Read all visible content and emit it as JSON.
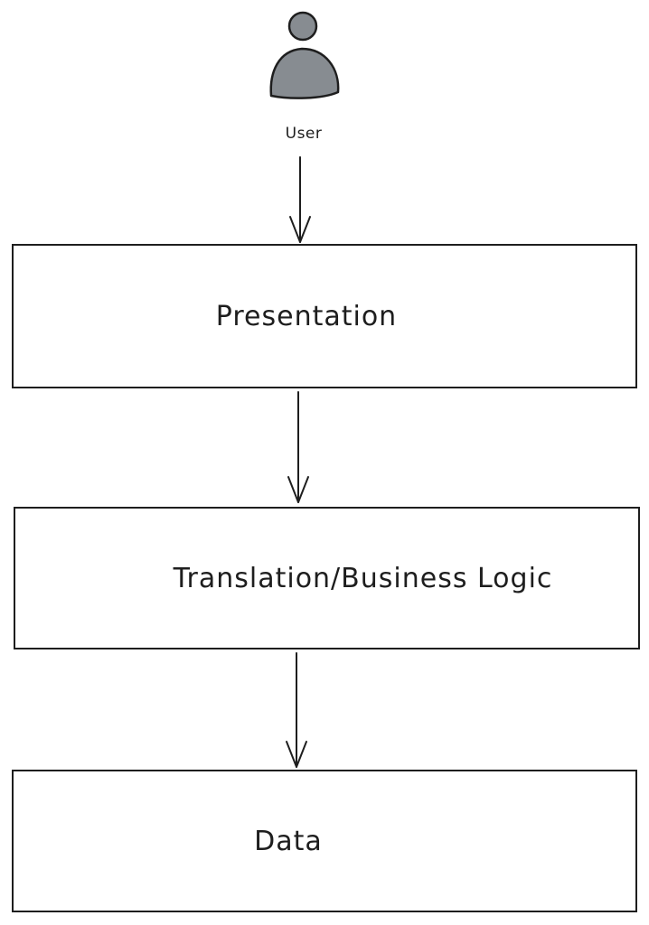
{
  "diagram": {
    "user": {
      "label": "User",
      "icon": "user-icon",
      "fill_color": "#878c91",
      "stroke_color": "#1e1e1e"
    },
    "layers": [
      {
        "label": "Presentation"
      },
      {
        "label": "Translation/Business Logic"
      },
      {
        "label": "Data"
      }
    ]
  }
}
